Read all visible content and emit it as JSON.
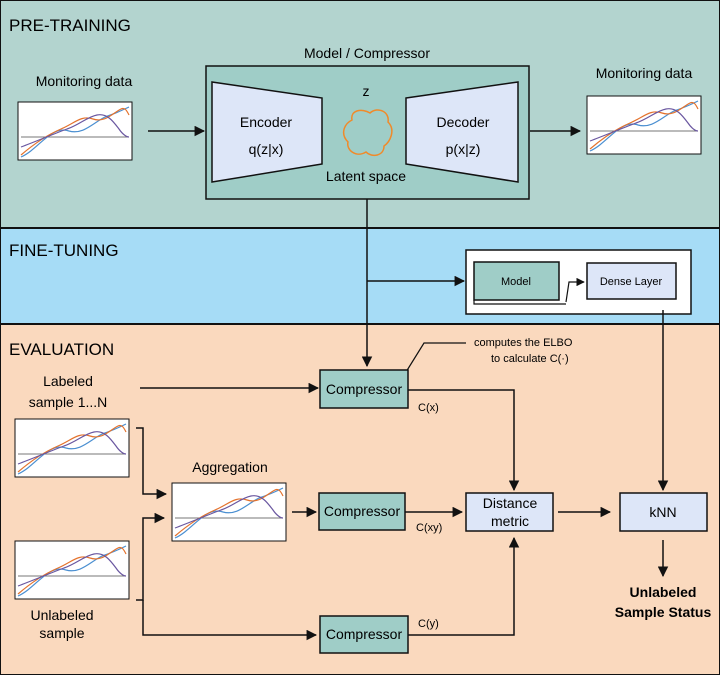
{
  "colors": {
    "pretraining_bg": "#b3d4cf",
    "finetuning_bg": "#a6dcf6",
    "evaluation_bg": "#fad9be",
    "module_fill": "#9fcdc7",
    "trapezoid_fill": "#dde6f8",
    "box_fill": "#dde6f8",
    "latent_blob": "#f08a2a",
    "series_blue": "#4a8fd1",
    "series_orange": "#e4722c",
    "series_purple": "#6a57a0",
    "series_gray": "#777777"
  },
  "sections": {
    "pretraining": "PRE-TRAINING",
    "finetuning": "FINE-TUNING",
    "evaluation": "EVALUATION"
  },
  "pretraining": {
    "input_label": "Monitoring data",
    "output_label": "Monitoring data",
    "model_title": "Model / Compressor",
    "encoder": {
      "title": "Encoder",
      "formula": "q(z|x)"
    },
    "decoder": {
      "title": "Decoder",
      "formula": "p(x|z)"
    },
    "latent_symbol": "z",
    "latent_label": "Latent space"
  },
  "finetuning": {
    "model_label": "Model",
    "dense_label": "Dense Layer"
  },
  "evaluation": {
    "elbo_note_line1": "computes the ELBO",
    "elbo_note_line2": "to calculate C(·)",
    "labeled_line1": "Labeled",
    "labeled_line2": "sample 1...N",
    "unlabeled_line1": "Unlabeled",
    "unlabeled_line2": "sample",
    "aggregation_label": "Aggregation",
    "compressor_label": "Compressor",
    "cx": "C(x)",
    "cxy": "C(xy)",
    "cy": "C(y)",
    "distance_line1": "Distance",
    "distance_line2": "metric",
    "knn": "kNN",
    "result_line1": "Unlabeled",
    "result_line2": "Sample Status"
  }
}
